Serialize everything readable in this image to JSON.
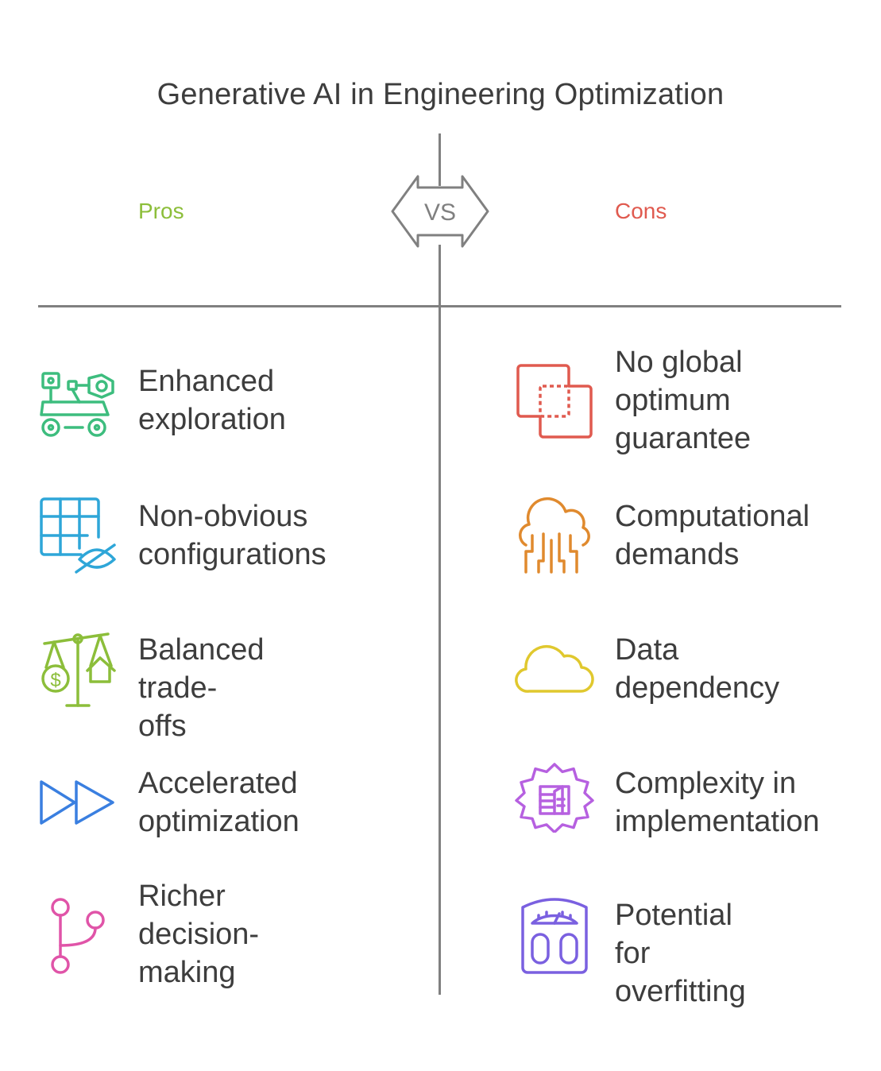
{
  "title": "Generative AI in Engineering Optimization",
  "vs_label": "VS",
  "pros": {
    "label": "Pros",
    "color": "#8cbe3a",
    "items": [
      {
        "text": "Enhanced\nexploration",
        "icon": "rover-robot-icon",
        "color": "#3dbd7e"
      },
      {
        "text": "Non-obvious\nconfigurations",
        "icon": "grid-hidden-eye-icon",
        "color": "#2ea6d8"
      },
      {
        "text": "Balanced trade-\noffs",
        "icon": "balance-scale-icon",
        "color": "#8cbe3a"
      },
      {
        "text": "Accelerated\noptimization",
        "icon": "fast-forward-icon",
        "color": "#3a7fe0"
      },
      {
        "text": "Richer\ndecision-\nmaking",
        "icon": "branch-icon",
        "color": "#e054a8"
      }
    ]
  },
  "cons": {
    "label": "Cons",
    "color": "#e05a4f",
    "items": [
      {
        "text": "No global\noptimum\nguarantee",
        "icon": "overlapping-squares-icon",
        "color": "#e05a4f"
      },
      {
        "text": "Computational\ndemands",
        "icon": "cloud-circuit-icon",
        "color": "#e08a2e"
      },
      {
        "text": "Data\ndependency",
        "icon": "cloud-icon",
        "color": "#e0c82e"
      },
      {
        "text": "Complexity in\nimplementation",
        "icon": "gear-factory-icon",
        "color": "#b660e0"
      },
      {
        "text": "Potential for\noverfitting",
        "icon": "weighing-scale-icon",
        "color": "#7a60e0"
      }
    ]
  }
}
